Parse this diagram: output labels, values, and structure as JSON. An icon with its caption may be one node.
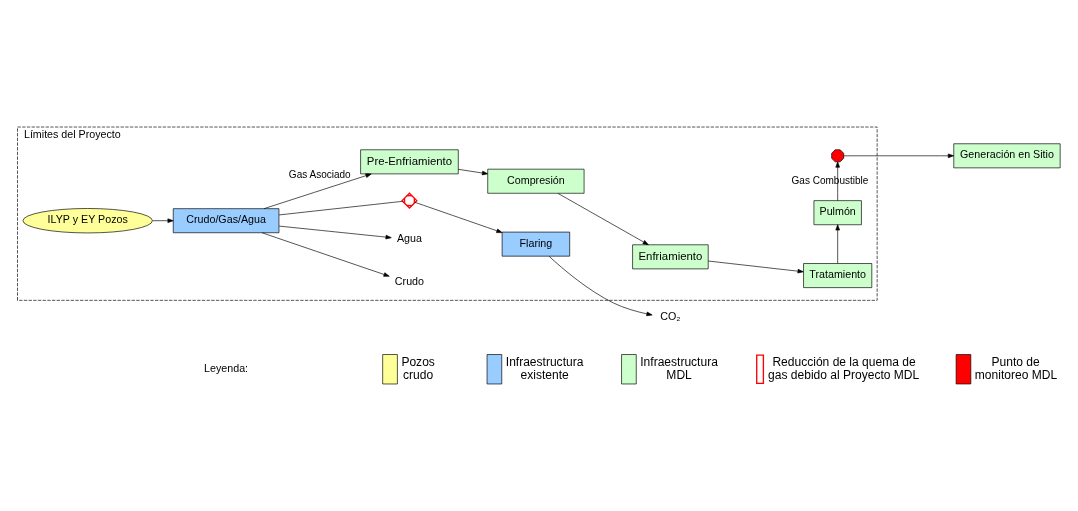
{
  "diagram": {
    "nodes": [
      {
        "text": [
          "Límites del Proyecto"
        ]
      },
      {
        "text": [
          "ILYP y EY Pozos"
        ],
        "in": 0
      },
      {
        "text": [
          "Crudo/Gas/Agua"
        ],
        "in": 0
      },
      {
        "text": [
          "Crudo"
        ],
        "in": 0
      },
      {
        "text": [
          "Agua"
        ],
        "in": 0
      },
      {
        "text": [],
        "shape": "cross",
        "in": 0
      },
      {
        "text": [
          "Flaring"
        ],
        "in": 0
      },
      {
        "text": [
          "CO₂"
        ]
      },
      {
        "text": [
          "Pre-Enfriamiento"
        ],
        "in": 0
      },
      {
        "text": [
          "Compresión"
        ],
        "in": 0
      },
      {
        "text": [
          "Enfriamiento"
        ],
        "in": 0
      },
      {
        "text": [
          "Tratamiento"
        ],
        "in": 0
      },
      {
        "text": [
          "Pulmón"
        ],
        "in": 0
      },
      {
        "text": [],
        "shape": "octagon",
        "in": 0
      },
      {
        "text": [
          "Generación en Sitio"
        ]
      }
    ],
    "edges": [
      {
        "from": 1,
        "to": 2,
        "arrow": "to"
      },
      {
        "from": 2,
        "to": 3,
        "arrow": "to"
      },
      {
        "from": 2,
        "to": 4,
        "arrow": "to"
      },
      {
        "from": 2,
        "to": 5,
        "arrow": "none"
      },
      {
        "from": 5,
        "to": 6,
        "arrow": "to"
      },
      {
        "from": 6,
        "to": 7,
        "arrow": "to"
      },
      {
        "from": 2,
        "to": 8,
        "label": "Gas Asociado",
        "arrow": "to"
      },
      {
        "from": 8,
        "to": 9,
        "arrow": "to"
      },
      {
        "from": 9,
        "to": 10,
        "arrow": "to"
      },
      {
        "from": 10,
        "to": 11,
        "arrow": "to"
      },
      {
        "from": 11,
        "to": 12,
        "arrow": "to"
      },
      {
        "from": 12,
        "to": 13,
        "label": "Gas Combustible",
        "arrow": "to"
      },
      {
        "from": 13,
        "to": 14,
        "arrow": "to"
      }
    ],
    "labels": [
      "Leyenda:"
    ],
    "legend": [
      {
        "text": "Pozos crudo",
        "color": "#ffff99"
      },
      {
        "text": "Infraestructura existente",
        "color": "#99ccff"
      },
      {
        "text": "Infraestructura MDL",
        "color": "#ccffcc"
      },
      {
        "text": "Reducción de la quema de gas debido al Proyecto MDL"
      },
      {
        "text": "Punto de monitoreo MDL",
        "color": "#ff0000"
      }
    ]
  }
}
